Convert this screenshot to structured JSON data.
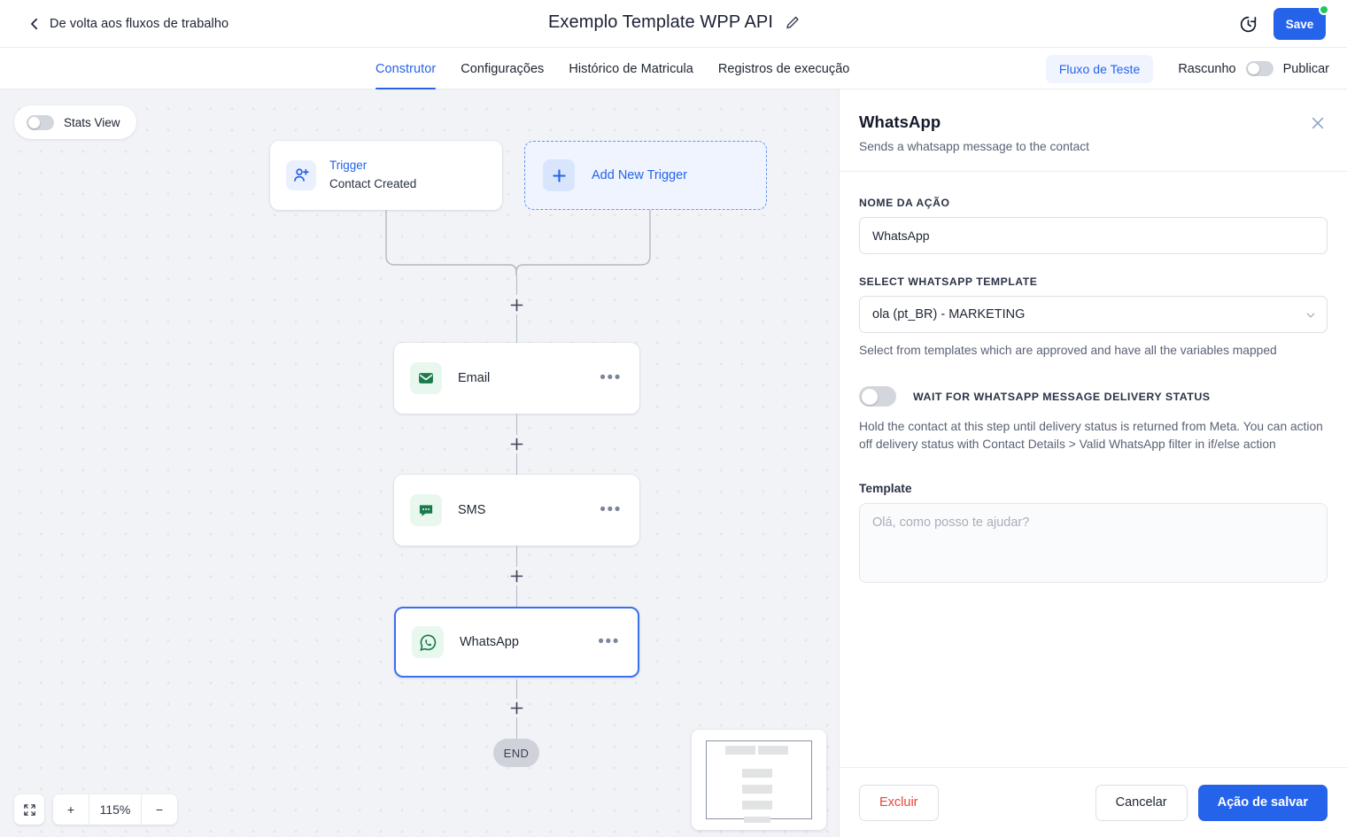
{
  "topbar": {
    "back_label": "De volta aos fluxos de trabalho",
    "doc_title": "Exemplo Template WPP API",
    "save_label": "Save",
    "icons": {
      "back": "chevron-left-icon",
      "edit": "pencil-icon",
      "history": "clock-history-icon"
    }
  },
  "tabbar": {
    "tabs": [
      {
        "label": "Construtor",
        "active": true
      },
      {
        "label": "Configurações",
        "active": false
      },
      {
        "label": "Histórico de Matricula",
        "active": false
      },
      {
        "label": "Registros de execução",
        "active": false
      }
    ],
    "test_flow_label": "Fluxo de Teste",
    "draft_label": "Rascunho",
    "publish_label": "Publicar",
    "publish_toggle": "off"
  },
  "canvas": {
    "stats_view_label": "Stats View",
    "stats_view_toggle": "off",
    "trigger": {
      "title": "Trigger",
      "subtitle": "Contact Created",
      "icon": "user-plus-icon"
    },
    "add_trigger_label": "Add New Trigger",
    "nodes": [
      {
        "label": "Email",
        "icon": "envelope-icon",
        "selected": false
      },
      {
        "label": "SMS",
        "icon": "chat-bubble-icon",
        "selected": false
      },
      {
        "label": "WhatsApp",
        "icon": "whatsapp-icon",
        "selected": true
      }
    ],
    "end_label": "END",
    "zoom_level": "115%",
    "zoom_in_label": "+",
    "zoom_out_label": "−"
  },
  "panel": {
    "title": "WhatsApp",
    "subtitle": "Sends a whatsapp message to the contact",
    "action_name_label": "NOME DA AÇÃO",
    "action_name_value": "WhatsApp",
    "template_select_label": "SELECT WHATSAPP TEMPLATE",
    "template_select_value": "ola (pt_BR) - MARKETING",
    "template_help": "Select from templates which are approved and have all the variables mapped",
    "wait_toggle_label": "WAIT FOR WHATSAPP MESSAGE DELIVERY STATUS",
    "wait_toggle_state": "off",
    "wait_help": "Hold the contact at this step until delivery status is returned from Meta. You can action off delivery status with Contact Details > Valid WhatsApp filter in if/else action",
    "template_label": "Template",
    "template_placeholder": "Olá, como posso te ajudar?",
    "template_value": "",
    "delete_label": "Excluir",
    "cancel_label": "Cancelar",
    "save_action_label": "Ação de salvar"
  },
  "colors": {
    "accent": "#2563eb",
    "danger": "#e8443a",
    "success": "#22c55e",
    "canvas_bg": "#f1f3f7",
    "node_green": "#1b7a4b"
  }
}
